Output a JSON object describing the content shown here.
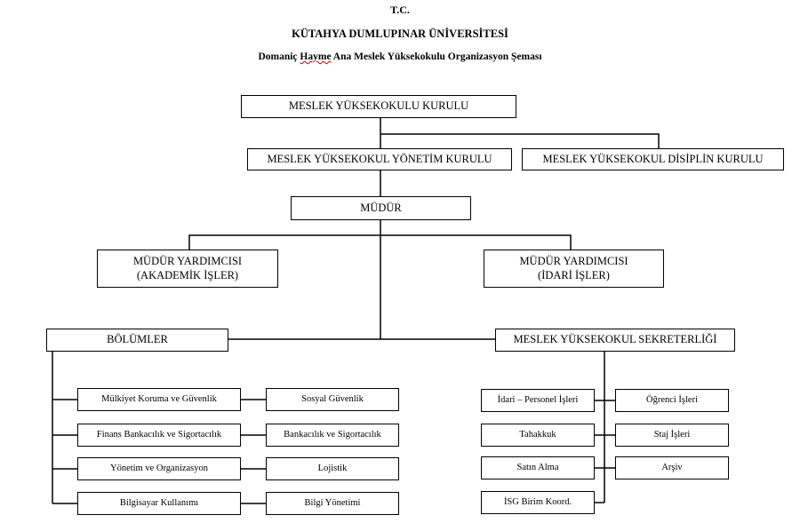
{
  "header": {
    "line1": "T.C.",
    "line2": "KÜTAHYA DUMLUPINAR ÜNİVERSİTESİ",
    "line3_a": "Domaniç ",
    "line3_b": "Hayme",
    "line3_c": " Ana Meslek Yüksekokulu Organizasyon Şeması"
  },
  "boxes": {
    "kurul": "MESLEK YÜKSEKOKULU KURULU",
    "yonetim_kurulu": "MESLEK YÜKSEKOKUL YÖNETİM KURULU",
    "disiplin_kurulu": "MESLEK YÜKSEKOKUL DİSİPLİN KURULU",
    "mudur": "MÜDÜR",
    "yardimci_akademik": [
      "MÜDÜR YARDIMCISI",
      "(AKADEMİK İŞLER)"
    ],
    "yardimci_idari": [
      "MÜDÜR YARDIMCISI",
      "(İDARİ İŞLER)"
    ],
    "bolumler": "BÖLÜMLER",
    "sekreterlik": "MESLEK YÜKSEKOKUL SEKRETERLİĞİ"
  },
  "departments": [
    "Mülkiyet Koruma ve Güvenlik",
    "Sosyal Güvenlik",
    "Finans Bankacılık ve Sigortacılık",
    "Bankacılık ve Sigortacılık",
    "Yönetim ve Organizasyon",
    "Lojistik",
    "Bilgisayar Kullanımı",
    "Bilgi Yönetimi"
  ],
  "secretariat_units": [
    "İdari – Personel İşleri",
    "Öğrenci İşleri",
    "Tahakkuk",
    "Staj İşleri",
    "Satın Alma",
    "Arşiv",
    "İSG Birim Koord."
  ]
}
